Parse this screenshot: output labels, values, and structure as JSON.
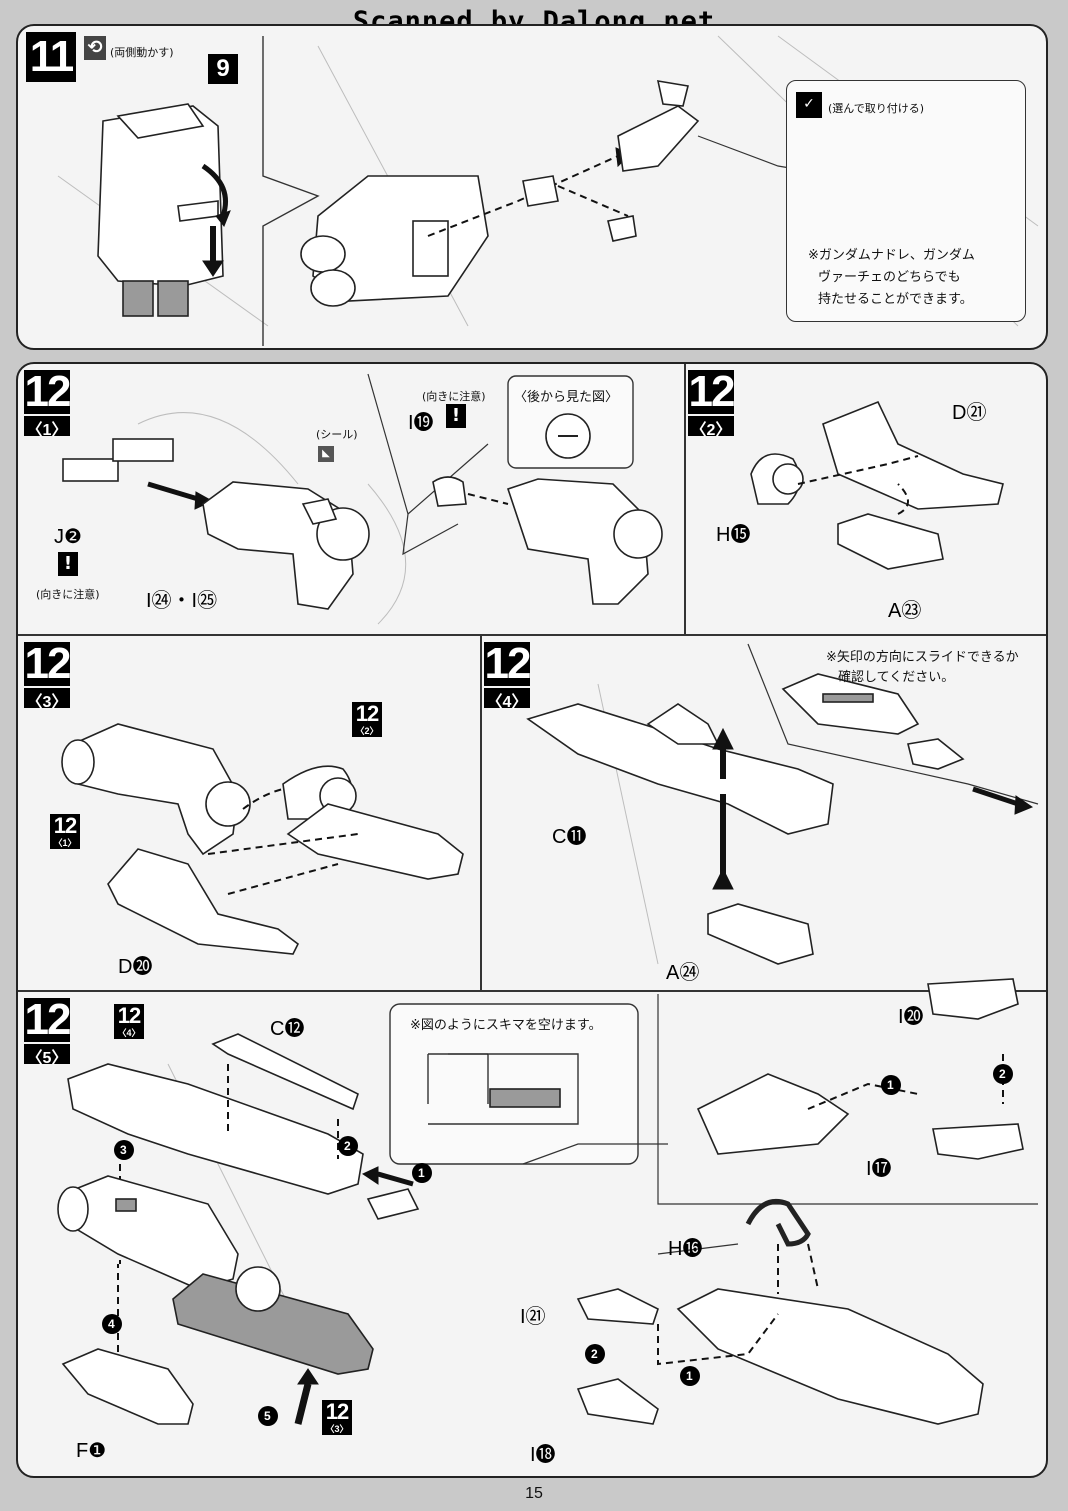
{
  "header": {
    "scan_credit": "Scanned by Dalong.net"
  },
  "step11": {
    "number": "11",
    "icon_note": "(両側動かす)",
    "ref": "9",
    "select_note": "(選んで取り付ける)",
    "note_lines": [
      "※ガンダムナドレ、ガンダム",
      "ヴァーチェのどちらでも",
      "持たせることができます。"
    ]
  },
  "step12_1": {
    "number": "12",
    "sub": "〈1〉",
    "caution1": "(向きに注意)",
    "caution2": "(向きに注意)",
    "seal": "(シール)",
    "back_view": "〈後から見た図〉",
    "parts": {
      "j2": "J❷",
      "i24_25": "I㉔・I㉕",
      "i19": "I⓳"
    }
  },
  "step12_2": {
    "number": "12",
    "sub": "〈2〉",
    "parts": {
      "d21": "D㉑",
      "h15": "H⓯",
      "a23": "A㉓"
    }
  },
  "step12_3": {
    "number": "12",
    "sub": "〈3〉",
    "ref_a": {
      "n": "12",
      "s": "〈2〉"
    },
    "ref_b": {
      "n": "12",
      "s": "〈1〉"
    },
    "parts": {
      "d20": "D⓴"
    }
  },
  "step12_4": {
    "number": "12",
    "sub": "〈4〉",
    "note_lines": [
      "※矢印の方向にスライドできるか",
      "確認してください。"
    ],
    "parts": {
      "c11": "C⓫",
      "a24": "A㉔"
    }
  },
  "step12_5": {
    "number": "12",
    "sub": "〈5〉",
    "ref_a": {
      "n": "12",
      "s": "〈4〉"
    },
    "ref_b": {
      "n": "12",
      "s": "〈3〉"
    },
    "gap_note": "※図のようにスキマを空けます。",
    "parts": {
      "c12": "C⓬",
      "f1": "F❶",
      "i20": "I⓴",
      "i17": "I⓱",
      "h16": "H⓰",
      "i21": "I㉑",
      "i18": "I⓲"
    }
  },
  "footer": {
    "page": "15"
  }
}
